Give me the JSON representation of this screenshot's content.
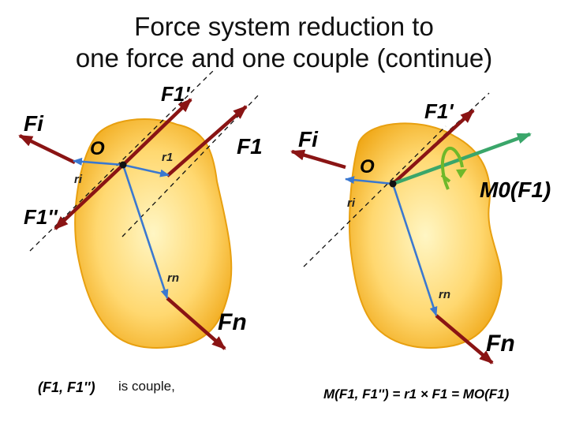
{
  "title_line1": "Force system reduction to",
  "title_line2": "one force and one couple (continue)",
  "labels": {
    "F1_prime": "F1'",
    "F1": "F1",
    "Fi": "Fi",
    "F1_double_prime": "F1''",
    "Fn": "Fn",
    "O": "O",
    "r1": "r1",
    "ri": "ri",
    "rn": "rn",
    "M0_F1": "M0(F1)"
  },
  "caption": "is couple,",
  "formula_left": "(F1, F1'')",
  "formula_right": "M(F1, F1'') = r1 × F1 = MO(F1)",
  "colors": {
    "body_fill_center": "#fff3b8",
    "body_fill_edge": "#f0b020",
    "force": "#8a1414",
    "radius_vector": "#3a78d0",
    "moment": "#3aa66a",
    "couple_arc": "#6fb82a"
  }
}
